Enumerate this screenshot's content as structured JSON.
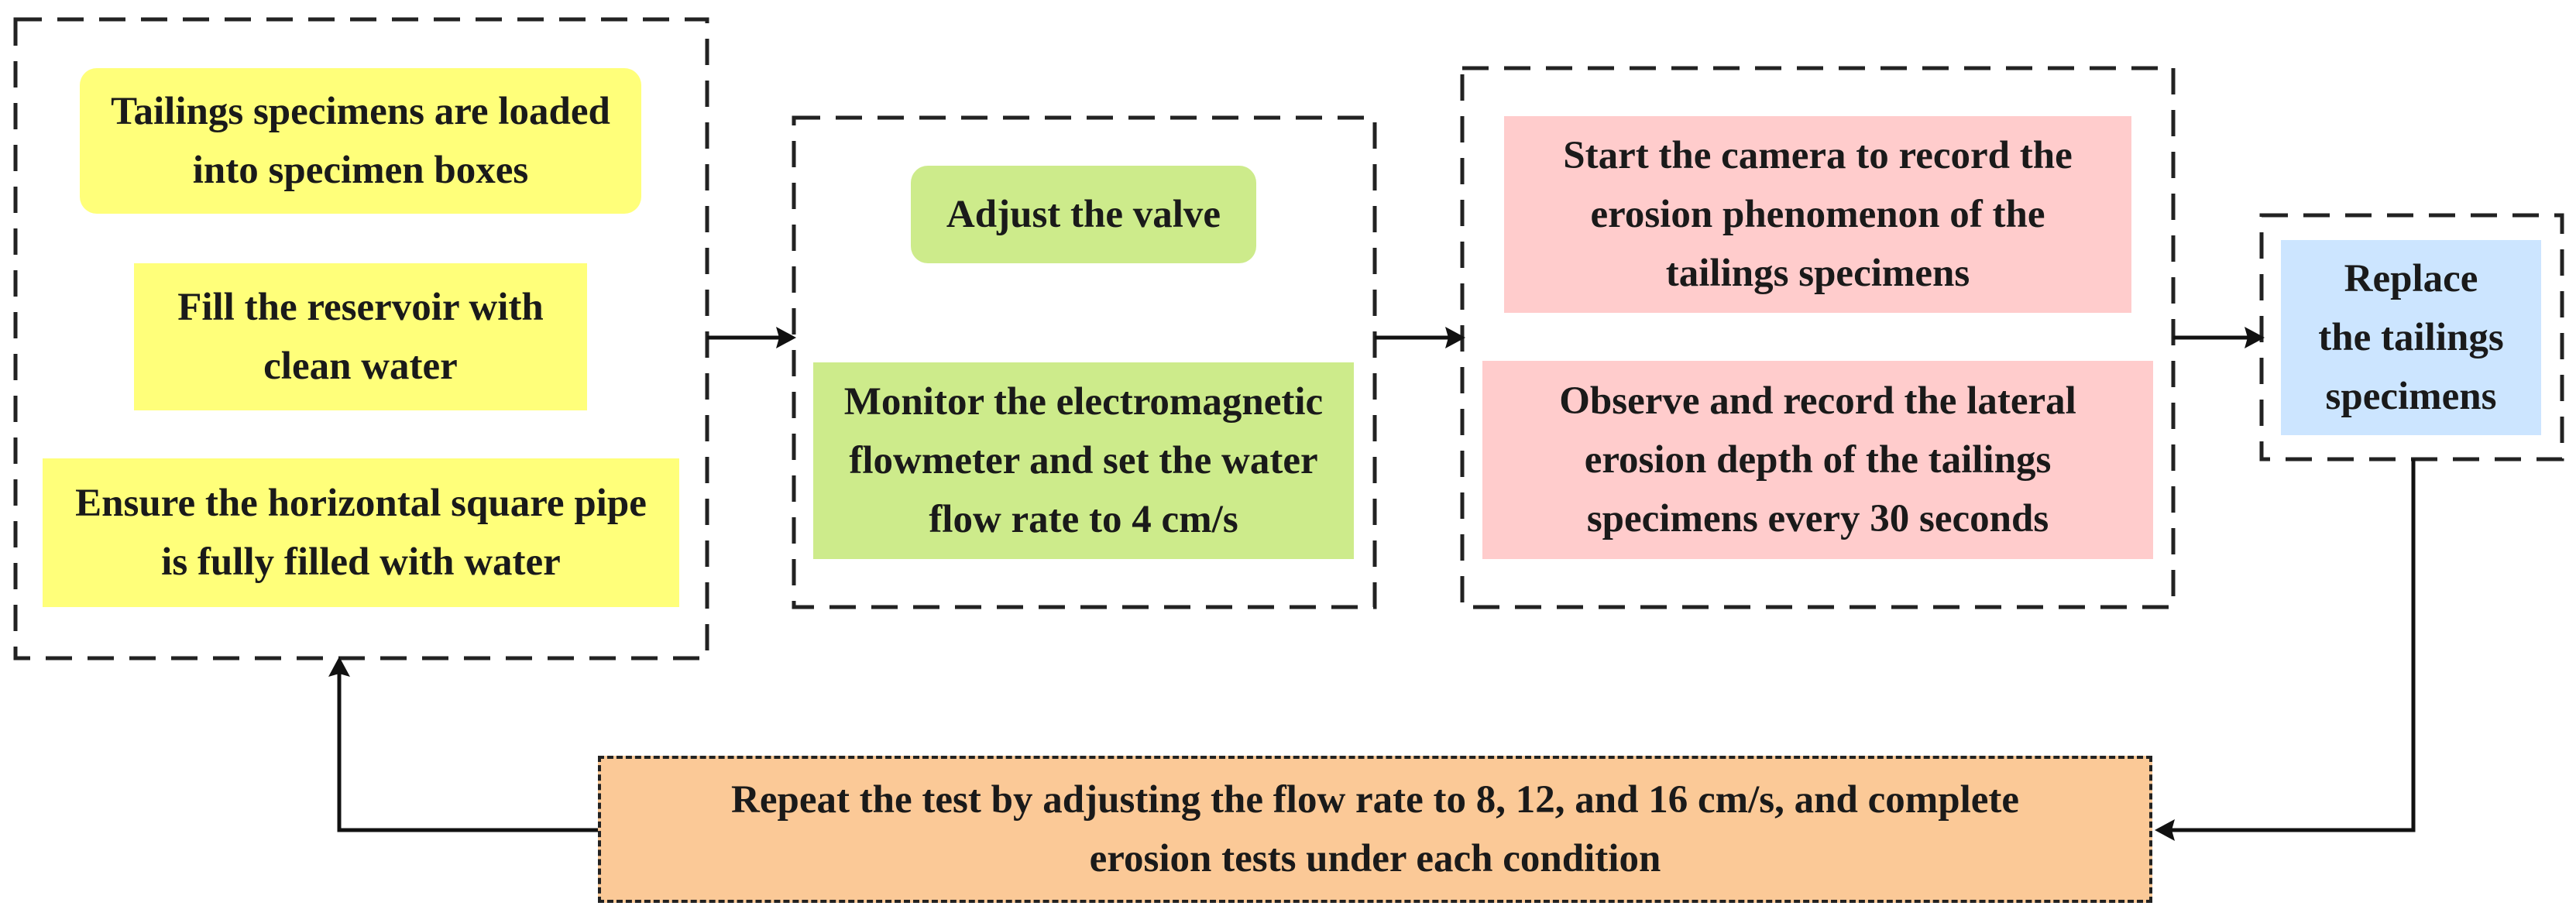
{
  "steps": {
    "group1": {
      "load_specimens": "Tailings specimens are loaded\ninto specimen boxes",
      "fill_reservoir": "Fill the reservoir with\nclean water",
      "ensure_pipe_filled": "Ensure the horizontal square pipe\nis fully filled with water"
    },
    "group2": {
      "adjust_valve": "Adjust the valve",
      "monitor_flowmeter": "Monitor the electromagnetic\nflowmeter and set the water\nflow rate to 4 cm/s"
    },
    "group3": {
      "start_camera": "Start the camera to record the\nerosion phenomenon of the\ntailings specimens",
      "observe_record": "Observe and record the lateral\nerosion depth of the tailings\nspecimens every 30 seconds"
    },
    "group4": {
      "replace_specimens": "Replace\nthe tailings\nspecimens"
    },
    "repeat": "Repeat the test by adjusting the flow rate to 8, 12, and 16 cm/s, and complete\nerosion tests under each condition"
  },
  "colors": {
    "yellow": "#ffff7a",
    "green": "#cdeb8b",
    "pink": "#ffcccc",
    "blue": "#cce5ff",
    "orange": "#fbc997"
  }
}
